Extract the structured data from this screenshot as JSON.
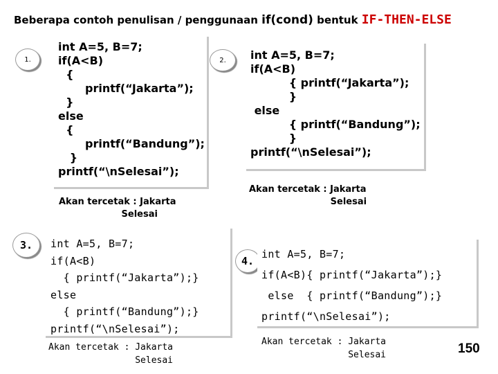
{
  "title": {
    "prefix": "Beberapa contoh penulisan / penggunaan ",
    "cond": "if(cond)",
    "middle": " bentuk ",
    "accent": "IF-THEN-ELSE"
  },
  "examples": [
    {
      "number": "1.",
      "code": "int A=5, B=7;\nif(A<B)\n  {\n       printf(“Jakarta”);\n  }\nelse\n  {\n       printf(“Bandung”);\n   }\nprintf(“\\nSelesai”);",
      "output": "Akan tercetak : Jakarta\n                    Selesai"
    },
    {
      "number": "2.",
      "code": "int A=5, B=7;\nif(A<B)\n          { printf(“Jakarta”);\n          }\n else\n          { printf(“Bandung”);\n          }\nprintf(“\\nSelesai”);",
      "output": "Akan tercetak : Jakarta\n                          Selesai"
    },
    {
      "number": "3.",
      "code": "int A=5, B=7;\nif(A<B)\n  { printf(“Jakarta”);}\nelse\n  { printf(“Bandung”);}\nprintf(“\\nSelesai”);",
      "output": "Akan tercetak : Jakarta\n                Selesai"
    },
    {
      "number": "4.",
      "code": "int A=5, B=7;\nif(A<B){ printf(“Jakarta”);}\n else  { printf(“Bandung”);}\nprintf(“\\nSelesai”);",
      "output": "Akan tercetak : Jakarta\n                Selesai"
    }
  ],
  "page_number": "150"
}
